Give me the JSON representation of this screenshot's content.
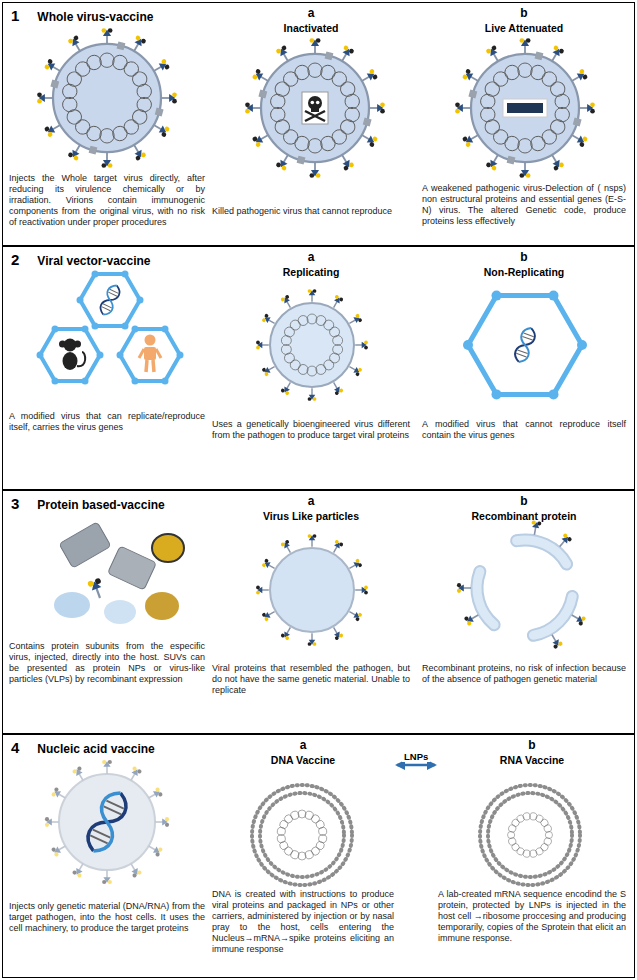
{
  "diagram": {
    "nodes": [
      {
        "text": [
          "1",
          "Whole virus-vaccine",
          "Injects the Whole target virus directly, after reducing its virulence chemically or by irradiation. Virions contain immunogenic components from the original virus, with no risk of reactivation under proper procedures"
        ]
      },
      {
        "text": [
          "a",
          "Inactivated",
          "Killed pathogenic virus that cannot reproduce"
        ],
        "in": 0
      },
      {
        "text": [
          "b",
          "Live Attenuated",
          "A weakened pathogenic virus-Delection of ( nsps) non estructural proteins and essential genes (E-S-N) virus. The altered Genetic code, produce proteins less effectively"
        ],
        "in": 0
      },
      {
        "text": [
          "2",
          "Viral vector-vaccine",
          "A modified virus that can replicate/reproduce itself, carries the virus genes"
        ]
      },
      {
        "text": [
          "a",
          "Replicating",
          "Uses a genetically bioengineered virus different from the pathogen to produce target viral proteins"
        ],
        "in": 3
      },
      {
        "text": [
          "b",
          "Non-Replicating",
          "A modified virus that cannot reproduce itself contain the virus genes"
        ],
        "in": 3
      },
      {
        "text": [
          "3",
          "Protein based-vaccine",
          "Contains protein subunits from the especific virus, injected, directly into the host. SUVs can be presented as protein NPs or virus-like particles (VLPs) by recombinant expression"
        ]
      },
      {
        "text": [
          "a",
          "Virus Like particles",
          "Viral proteins that resembled the pathogen, but do not have the same genetic material. Unable to replicate"
        ],
        "in": 6
      },
      {
        "text": [
          "b",
          "Recombinant protein",
          "Recombinant proteins, no risk of infection because of the absence of pathogen genetic material"
        ],
        "in": 6
      },
      {
        "text": [
          "4",
          "Nucleic acid vaccine",
          "Injects only genetic material (DNA/RNA) from the target pathogen, into the host cells. It uses the cell machinery, to produce the target proteins"
        ]
      },
      {
        "text": [
          "a",
          "DNA Vaccine",
          "DNA is created with instructions to produce viral proteins and packaged in NPs or other carriers, administered by injection or by nasal pray to the host, cells entering the Nucleus→mRNA→spike proteins eliciting an immune response"
        ],
        "in": 9
      },
      {
        "text": [
          "b",
          "RNA Vaccine",
          "A lab-created mRNA sequence encodind the S protein, protected by LNPs is injected in the host cell →ribosome proccesing and producing temporarily, copies of the Sprotein that elicit an immune response."
        ],
        "in": 9
      }
    ],
    "edges": [
      {
        "from": 10,
        "to": 11,
        "arrow": "both",
        "label": "LNPs"
      }
    ]
  }
}
